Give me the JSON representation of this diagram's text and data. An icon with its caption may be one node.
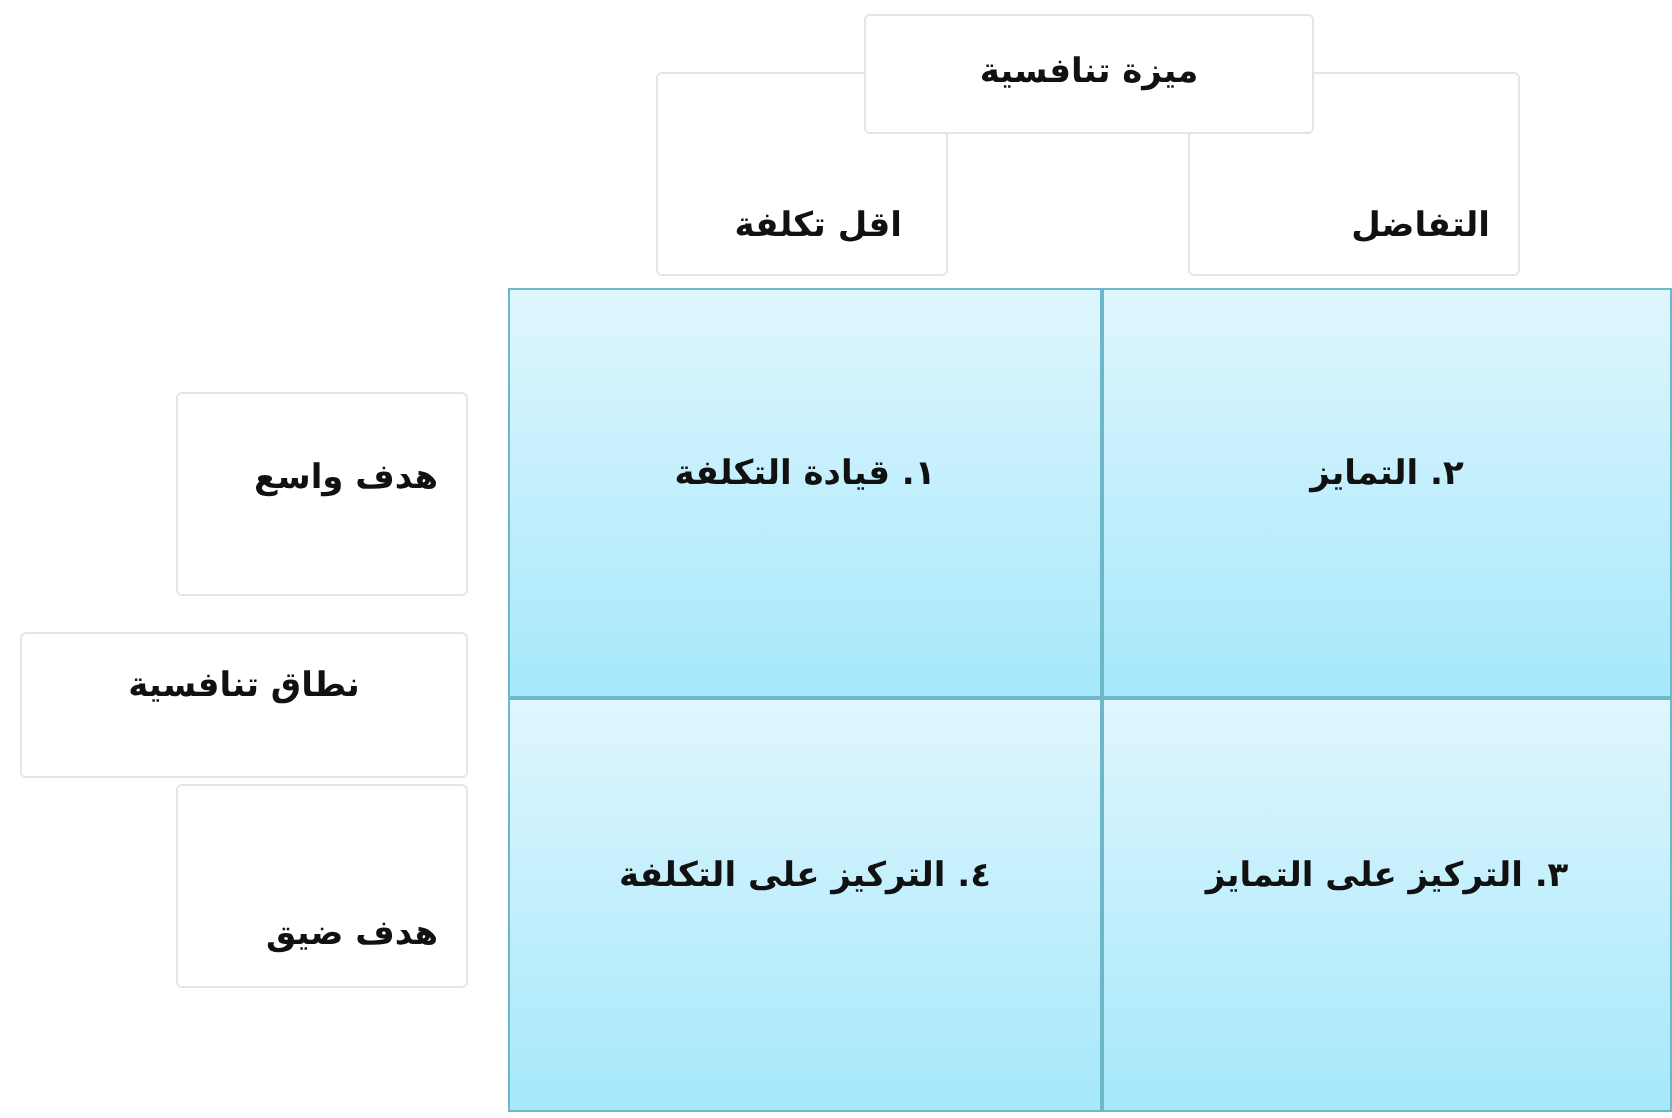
{
  "diagram": {
    "nodes": [
      {
        "text": [
          "ميزة تنافسية"
        ]
      },
      {
        "text": [
          "اقل تكلفة"
        ]
      },
      {
        "text": [
          "التفاضل"
        ]
      },
      {
        "text": [
          "هدف واسع"
        ]
      },
      {
        "text": [
          "نطاق تنافسية"
        ]
      },
      {
        "text": [
          "هدف ضيق"
        ]
      },
      {
        "text": [
          "١. قيادة التكلفة"
        ]
      },
      {
        "text": [
          "٢. التمايز"
        ]
      },
      {
        "text": [
          "٤. التركيز على التكلفة"
        ]
      },
      {
        "text": [
          "٣. التركيز على التمايز"
        ]
      }
    ]
  }
}
